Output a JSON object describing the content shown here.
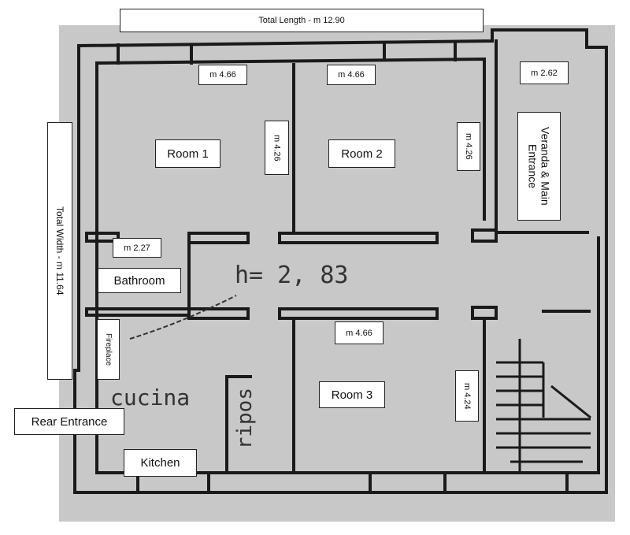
{
  "plan": {
    "height_note": "h= 2, 83",
    "cucina": "cucina",
    "ripos": "ripos"
  },
  "labels": {
    "total_length": "Total Length - m 12.90",
    "total_width": "Total Width - m 11.64",
    "veranda_dim": "m 2.62",
    "room1_width": "m 4.66",
    "room2_width": "m 4.66",
    "room1_depth": "m 4.26",
    "room2_depth": "m 4.26",
    "room3_width": "m 4.66",
    "room3_depth": "m 4.24",
    "bathroom_dim": "m 2.27",
    "room1": "Room 1",
    "room2": "Room 2",
    "room3": "Room 3",
    "bathroom": "Bathroom",
    "kitchen": "Kitchen",
    "fireplace": "Fireplace",
    "rear_entrance": "Rear Entrance",
    "veranda": "Veranda & Main Entrance"
  }
}
